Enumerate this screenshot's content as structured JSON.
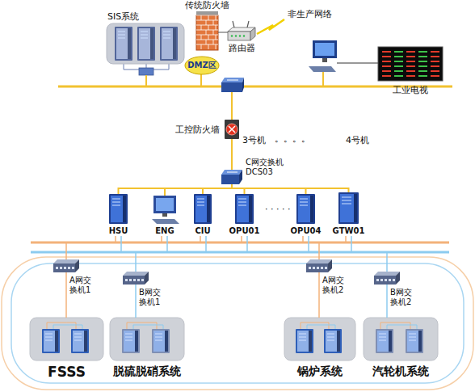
{
  "diagram": {
    "nodes": [
      {
        "text": [
          "SIS系统"
        ]
      },
      {
        "text": [
          "传统防火墙"
        ]
      },
      {
        "text": [
          "路由器"
        ]
      },
      {
        "text": [
          "DMZ区"
        ]
      },
      {
        "text": [
          "工业电视"
        ]
      },
      {
        "text": [
          "工控防火墙"
        ]
      },
      {
        "text": [
          "C网交换机 DCS03"
        ]
      },
      {
        "text": [
          "HSU"
        ]
      },
      {
        "text": [
          "ENG"
        ]
      },
      {
        "text": [
          "CIU"
        ]
      },
      {
        "text": [
          "OPU01"
        ]
      },
      {
        "text": [
          "OPU04"
        ]
      },
      {
        "text": [
          "GTW01"
        ]
      },
      {
        "text": [
          "A网交 换机1"
        ]
      },
      {
        "text": [
          "B网交 换机1"
        ]
      },
      {
        "text": [
          "A网交 换机2"
        ]
      },
      {
        "text": [
          "B网交 换机2"
        ]
      },
      {
        "text": [
          "FSSS"
        ]
      },
      {
        "text": [
          "脱硫脱硝系统"
        ]
      },
      {
        "text": [
          "锅炉系统"
        ]
      },
      {
        "text": [
          "汽轮机系统"
        ]
      }
    ],
    "edges": [
      {
        "from": 1,
        "to": 2,
        "arrow": "none"
      },
      {
        "from": 5,
        "to": 6,
        "arrow": "none"
      },
      {
        "from": 6,
        "to": 7,
        "arrow": "none"
      },
      {
        "from": 6,
        "to": 8,
        "arrow": "none"
      },
      {
        "from": 6,
        "to": 9,
        "arrow": "none"
      },
      {
        "from": 6,
        "to": 10,
        "arrow": "none"
      },
      {
        "from": 6,
        "to": 11,
        "arrow": "none"
      },
      {
        "from": 6,
        "to": 12,
        "arrow": "none"
      },
      {
        "from": 13,
        "to": 17,
        "arrow": "none"
      },
      {
        "from": 14,
        "to": 18,
        "arrow": "none"
      },
      {
        "from": 15,
        "to": 19,
        "arrow": "none"
      },
      {
        "from": 16,
        "to": 20,
        "arrow": "none"
      }
    ],
    "labels": [
      "非生产网络",
      "3号机",
      "。。。。",
      "4号机",
      "· · · · ·"
    ]
  }
}
